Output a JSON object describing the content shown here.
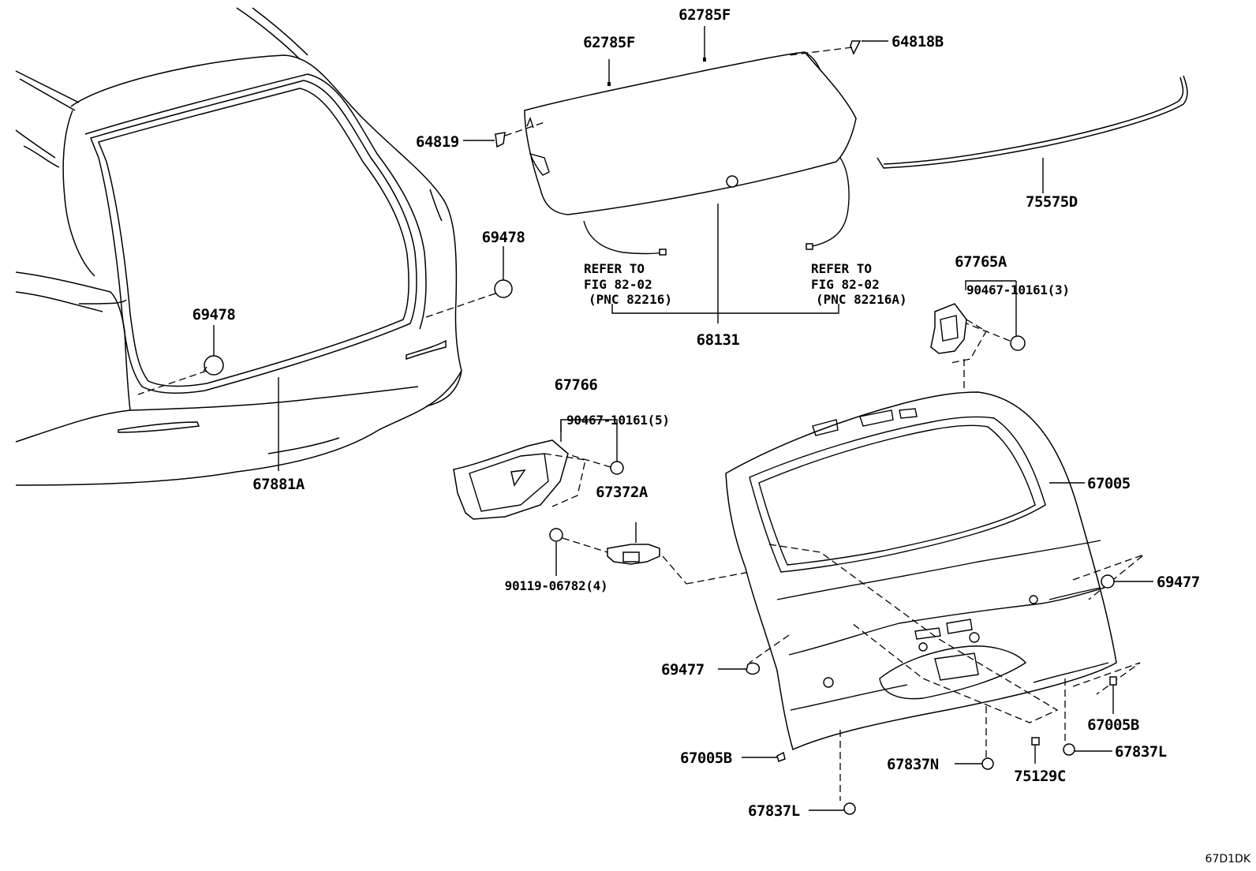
{
  "parts": {
    "p62785F_a": "62785F",
    "p62785F_b": "62785F",
    "p64818B": "64818B",
    "p64819": "64819",
    "p75575D": "75575D",
    "p69478_a": "69478",
    "p69478_b": "69478",
    "p68131": "68131",
    "p67881A": "67881A",
    "p67765A": "67765A",
    "p90467_3": "90467-10161(3)",
    "p67766": "67766",
    "p90467_5": "90467-10161(5)",
    "p67372A": "67372A",
    "p90119": "90119-06782(4)",
    "p67005": "67005",
    "p69477_a": "69477",
    "p69477_b": "69477",
    "p67005B_a": "67005B",
    "p67005B_b": "67005B",
    "p67837N": "67837N",
    "p67837L_a": "67837L",
    "p67837L_b": "67837L",
    "p75129C": "75129C"
  },
  "refs": {
    "left": {
      "l1": "REFER TO",
      "l2": "FIG 82-02",
      "l3": "(PNC 82216)"
    },
    "right": {
      "l1": "REFER TO",
      "l2": "FIG 82-02",
      "l3": "(PNC 82216A)"
    }
  },
  "figure_code": "67D1DK"
}
